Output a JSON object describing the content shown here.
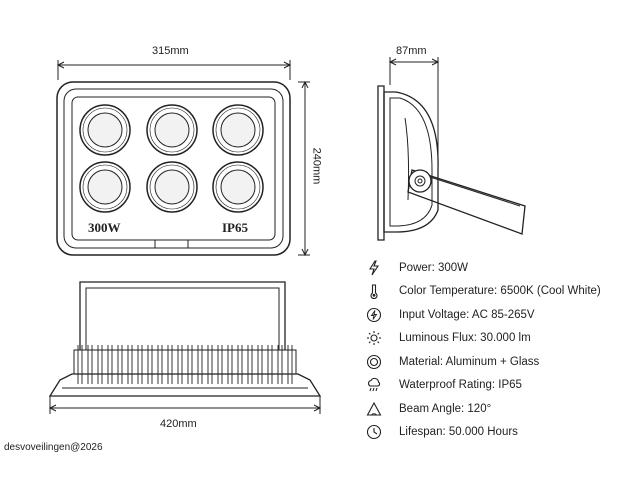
{
  "dimensions": {
    "front_width": "315mm",
    "front_height": "240mm",
    "side_depth": "87mm",
    "bottom_width": "420mm"
  },
  "front_labels": {
    "power": "300W",
    "rating": "IP65"
  },
  "specs": [
    {
      "icon": "lightning-icon",
      "text": "Power: 300W"
    },
    {
      "icon": "thermometer-icon",
      "text": "Color Temperature: 6500K (Cool White)"
    },
    {
      "icon": "voltage-circle-icon",
      "text": "Input Voltage: AC 85-265V"
    },
    {
      "icon": "sun-icon",
      "text": "Luminous Flux: 30.000 lm"
    },
    {
      "icon": "material-ring-icon",
      "text": "Material: Aluminum + Glass"
    },
    {
      "icon": "rain-cloud-icon",
      "text": "Waterproof Rating: IP65"
    },
    {
      "icon": "beam-triangle-icon",
      "text": "Beam Angle: 120°"
    },
    {
      "icon": "clock-icon",
      "text": "Lifespan: 50.000 Hours"
    }
  ],
  "watermark": "desvoveilingen@2026",
  "colors": {
    "line": "#222222",
    "lens_inner": "#f2f2f2"
  }
}
